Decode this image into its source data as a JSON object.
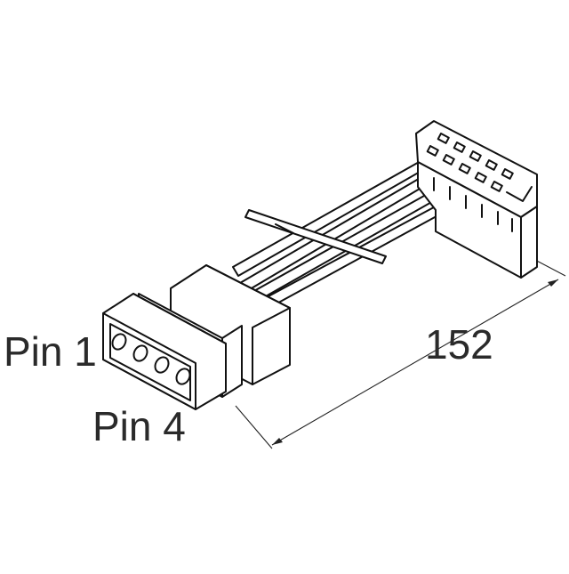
{
  "labels": {
    "pin1": "Pin 1",
    "pin4": "Pin 4",
    "length": "152"
  },
  "colors": {
    "line": "#111111",
    "text": "#2a2a2a",
    "background": "#ffffff"
  }
}
